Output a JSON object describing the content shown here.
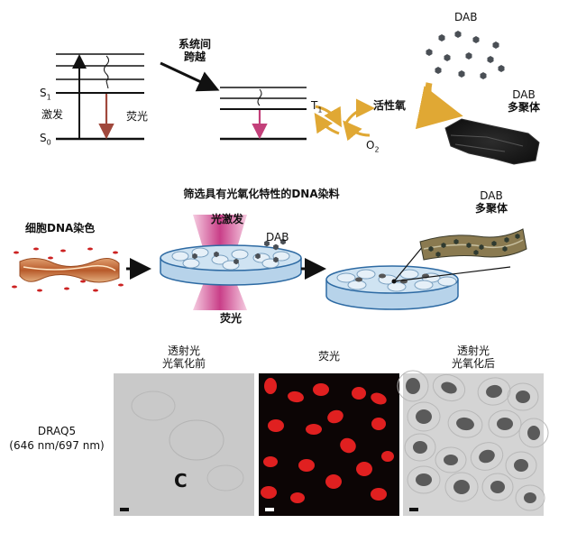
{
  "top": {
    "s1": "S",
    "s1_sub": "1",
    "s0": "S",
    "s0_sub": "0",
    "excitation": "激发",
    "fluorescence": "荧光",
    "isc_line1": "系统间",
    "isc_line2": "跨越",
    "t1": "T",
    "t1_sub": "1",
    "ros": "活性氧",
    "o2": "O",
    "o2_sub": "2",
    "dab": "DAB",
    "dab_polymer_line1": "DAB",
    "dab_polymer_line2": "多聚体"
  },
  "middle": {
    "screen_title": "筛选具有光氧化特性的DNA染料",
    "cell_dna_stain": "细胞DNA染色",
    "photoexcitation": "光激发",
    "dab": "DAB",
    "fluorescence": "荧光",
    "dab_polymer_line1": "DAB",
    "dab_polymer_line2": "多聚体"
  },
  "bottom": {
    "col1_line1": "透射光",
    "col1_line2": "光氧化前",
    "col2": "荧光",
    "col3_line1": "透射光",
    "col3_line2": "光氧化后",
    "row_label_line1": "DRAQ5",
    "row_label_line2": "(646 nm/697 nm)",
    "panel_letter": "C"
  },
  "colors": {
    "excitation_arrow": "#111111",
    "fluorescence_arrow": "#a0483c",
    "phosphor_arrow": "#c3407a",
    "ros_arrows": "#e0a834",
    "dab_hex": "#4a4f55",
    "dish_fill": "#cfe3f2",
    "dish_edge": "#2d6aa3",
    "beam": "#d0388a",
    "fluor_nuclei": "#e02020"
  }
}
